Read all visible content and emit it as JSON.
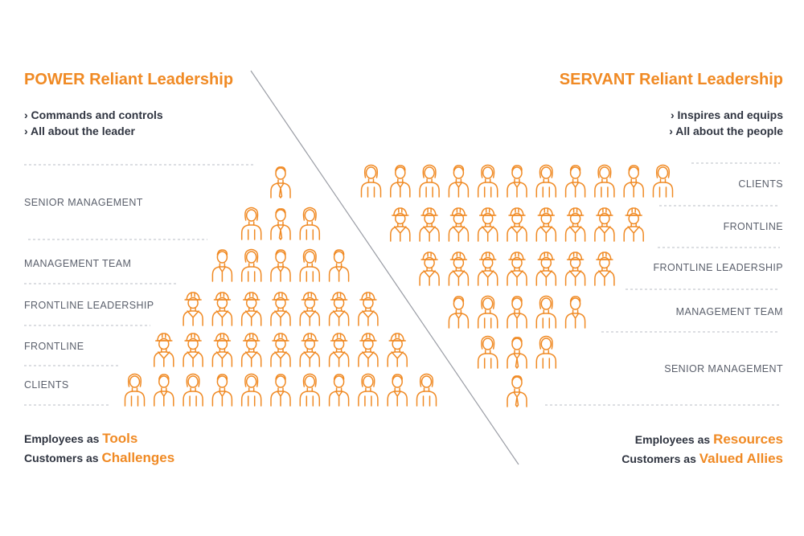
{
  "colors": {
    "accent": "#f08a24",
    "text": "#2f3440",
    "label": "#5a5f6b",
    "line": "#b9bcc4"
  },
  "power": {
    "title": "POWER Reliant Leadership",
    "bullets": [
      "› Commands and controls",
      "› All about the leader"
    ],
    "levels": [
      "SENIOR MANAGEMENT",
      "MANAGEMENT TEAM",
      "FRONTLINE LEADERSHIP",
      "FRONTLINE",
      "CLIENTS"
    ],
    "footer": [
      {
        "prefix": "Employees as ",
        "accent": "Tools"
      },
      {
        "prefix": "Customers as ",
        "accent": "Challenges"
      }
    ]
  },
  "servant": {
    "title": "SERVANT Reliant Leadership",
    "bullets": [
      "› Inspires and equips",
      "› All about the people"
    ],
    "levels": [
      "CLIENTS",
      "FRONTLINE",
      "FRONTLINE LEADERSHIP",
      "MANAGEMENT TEAM",
      "SENIOR MANAGEMENT"
    ],
    "footer": [
      {
        "prefix": "Employees as ",
        "accent": "Resources"
      },
      {
        "prefix": "Customers as ",
        "accent": "Valued Allies"
      }
    ]
  },
  "icons": {
    "power_rows": [
      [
        "manager-icon"
      ],
      [
        "woman-icon",
        "manager-icon",
        "woman-icon"
      ],
      [
        "man-icon",
        "woman-icon",
        "man-icon",
        "woman-icon",
        "man-icon"
      ],
      [
        "worker-icon",
        "worker-icon",
        "worker-icon",
        "worker-icon",
        "worker-icon",
        "worker-icon",
        "worker-icon"
      ],
      [
        "worker-icon",
        "worker-icon",
        "worker-icon",
        "worker-icon",
        "worker-icon",
        "worker-icon",
        "worker-icon",
        "worker-icon",
        "worker-icon"
      ],
      [
        "woman-icon",
        "man-icon",
        "woman-icon",
        "man-icon",
        "woman-icon",
        "man-icon",
        "woman-icon",
        "man-icon",
        "woman-icon",
        "man-icon",
        "woman-icon"
      ]
    ],
    "servant_rows": [
      [
        "woman-icon",
        "man-icon",
        "woman-icon",
        "man-icon",
        "woman-icon",
        "man-icon",
        "woman-icon",
        "man-icon",
        "woman-icon",
        "man-icon",
        "woman-icon"
      ],
      [
        "worker-icon",
        "worker-icon",
        "worker-icon",
        "worker-icon",
        "worker-icon",
        "worker-icon",
        "worker-icon",
        "worker-icon",
        "worker-icon"
      ],
      [
        "worker-icon",
        "worker-icon",
        "worker-icon",
        "worker-icon",
        "worker-icon",
        "worker-icon",
        "worker-icon"
      ],
      [
        "man-icon",
        "woman-icon",
        "man-icon",
        "woman-icon",
        "man-icon"
      ],
      [
        "woman-icon",
        "manager-icon",
        "woman-icon"
      ],
      [
        "manager-icon"
      ]
    ]
  }
}
